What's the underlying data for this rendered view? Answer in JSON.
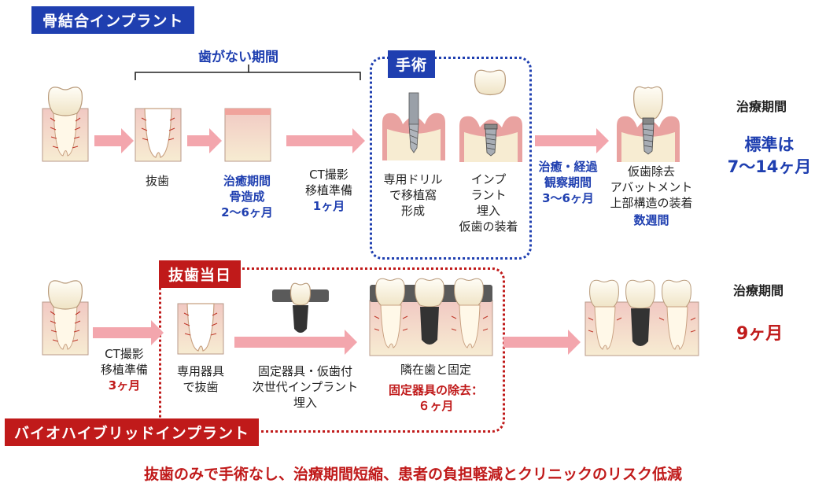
{
  "top_badge": "骨結合インプラント",
  "no_tooth_period": "歯がない期間",
  "surgery_badge": "手術",
  "top_steps": {
    "extraction": "抜歯",
    "healing_title": "治癒期間",
    "healing_sub": "骨造成",
    "healing_months": "2〜6ヶ月",
    "ct_line1": "CT撮影",
    "ct_line2": "移植準備",
    "ct_months": "1ヶ月",
    "drill_line1": "専用ドリル",
    "drill_line2": "で移植窩",
    "drill_line3": "形成",
    "implant_line1": "インプ",
    "implant_line2": "ラント",
    "implant_line3": "埋入",
    "implant_line4": "仮歯の装着",
    "observe_line1": "治癒・経過",
    "observe_line2": "観察期間",
    "observe_months": "3〜6ヶ月",
    "final_line1": "仮歯除去",
    "final_line2": "アバットメント",
    "final_line3": "上部構造の装着",
    "final_weeks": "数週間"
  },
  "top_period": {
    "label": "治療期間",
    "value_line1": "標準は",
    "value_line2": "7〜14ヶ月"
  },
  "same_day_badge": "抜歯当日",
  "bottom_steps": {
    "ct_line1": "CT撮影",
    "ct_line2": "移植準備",
    "ct_months": "3ヶ月",
    "tool_line1": "専用器具",
    "tool_line2": "で抜歯",
    "fix_line1": "固定器具・仮歯付",
    "fix_line2": "次世代インプラント",
    "fix_line3": "埋入",
    "adjacent": "隣在歯と固定",
    "removal_line1": "固定器具の除去：",
    "removal_line2": "６ヶ月"
  },
  "bottom_period": {
    "label": "治療期間",
    "value": "9ヶ月"
  },
  "bottom_badge": "バイオハイブリッドインプラント",
  "footer": "抜歯のみで手術なし、治療期間短縮、患者の負担軽減とクリニックのリスク低減",
  "colors": {
    "blue": "#1f3fb0",
    "red": "#c01a1a",
    "arrow": "#f3a6ad",
    "gum": "#e9a2a0",
    "bone": "#f7ecd2"
  }
}
